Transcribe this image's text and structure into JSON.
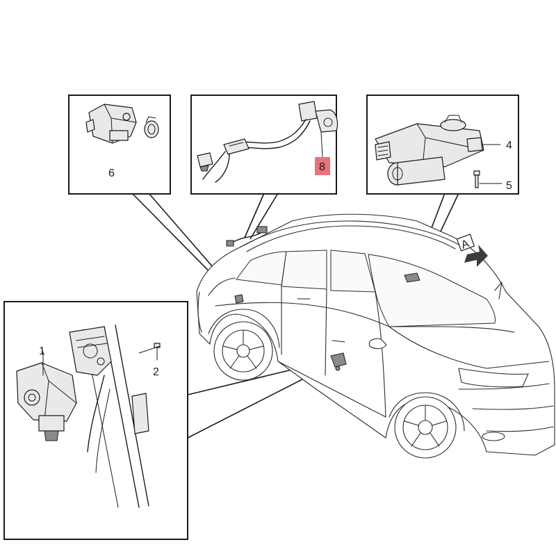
{
  "callouts": {
    "c1": "1",
    "c2": "2",
    "c4": "4",
    "c5": "5",
    "c6": "6",
    "c8": "8",
    "view_a": "A"
  },
  "colors": {
    "highlight": "#e8737a",
    "line": "#1a1a1a",
    "part_fill": "#e9e9e9",
    "view_arrow": "#3c3c3c"
  }
}
